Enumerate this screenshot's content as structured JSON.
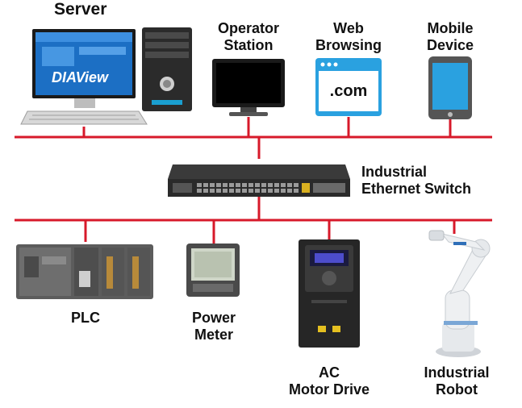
{
  "colors": {
    "bus": "#d7192a",
    "text": "#111111",
    "dark_device": "#2b2b2b",
    "screen_blue": "#1c6fc4",
    "browser_blue": "#2aa1e0"
  },
  "server": {
    "label": "Server",
    "screen_logo": "DIAView"
  },
  "top_devices": [
    {
      "id": "operator-station",
      "label_lines": [
        "Operator",
        "Station"
      ],
      "icon": "monitor-icon"
    },
    {
      "id": "web-browsing",
      "label_lines": [
        "Web",
        "Browsing"
      ],
      "icon": "browser-window-icon",
      "screen_text": ".com"
    },
    {
      "id": "mobile-device",
      "label_lines": [
        "Mobile",
        "Device"
      ],
      "icon": "smartphone-icon"
    }
  ],
  "switch": {
    "label_lines": [
      "Industrial",
      "Ethernet Switch"
    ],
    "icon": "ethernet-switch-icon"
  },
  "bottom_devices": [
    {
      "id": "plc",
      "label_lines": [
        "PLC"
      ],
      "icon": "plc-icon"
    },
    {
      "id": "power-meter",
      "label_lines": [
        "Power",
        "Meter"
      ],
      "icon": "power-meter-icon"
    },
    {
      "id": "ac-motor-drive",
      "label_lines": [
        "AC",
        "Motor Drive"
      ],
      "icon": "ac-drive-icon"
    },
    {
      "id": "industrial-robot",
      "label_lines": [
        "Industrial",
        "Robot"
      ],
      "icon": "robot-arm-icon"
    }
  ]
}
